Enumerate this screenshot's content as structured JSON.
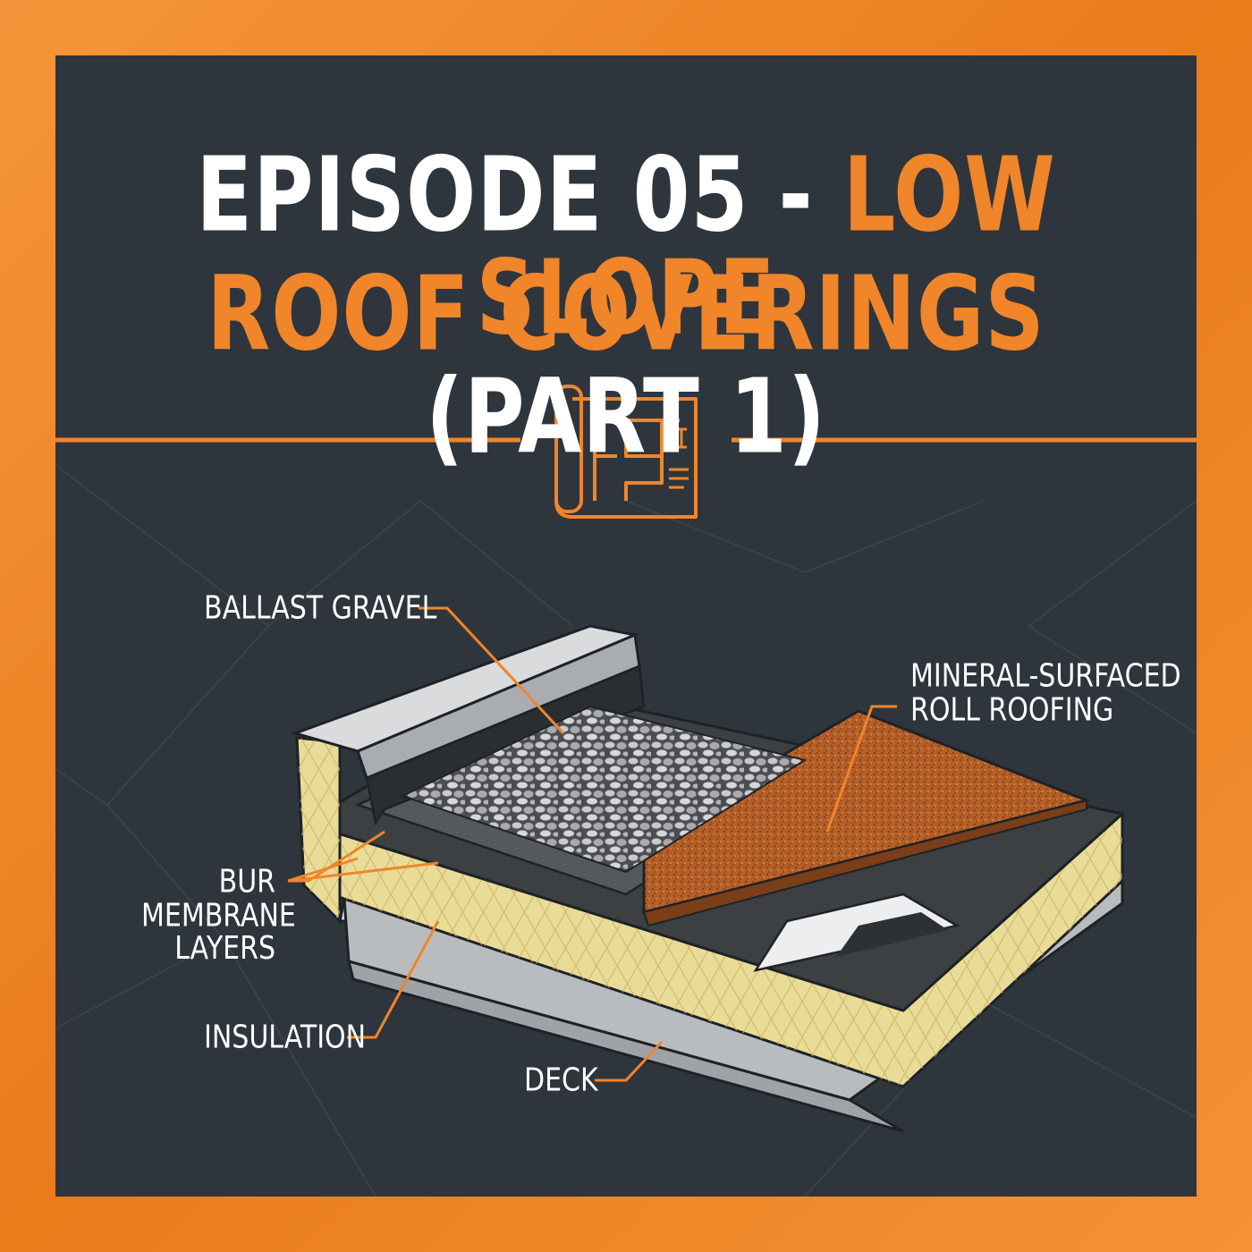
{
  "title": {
    "line1_white": "EPISODE 05 - ",
    "line1_orange": "LOW SLOPE",
    "line2_orange": "ROOF COVERINGS",
    "line2_white": " (PART 1)"
  },
  "icon": "blueprint-icon",
  "labels": {
    "ballast_gravel": "BALLAST GRAVEL",
    "mineral_line1": "MINERAL-SURFACED",
    "mineral_line2": "ROLL ROOFING",
    "bur_line1": "BUR",
    "bur_line2": "MEMBRANE",
    "bur_line3": "LAYERS",
    "insulation": "INSULATION",
    "deck": "DECK"
  },
  "colors": {
    "accent": "#f0852a",
    "panel": "#2f353c",
    "text": "#ffffff",
    "insulation": "#e9dc98",
    "granules": "#b8612a",
    "membrane": "#3a3d40",
    "deck": "#c9cbcd"
  }
}
